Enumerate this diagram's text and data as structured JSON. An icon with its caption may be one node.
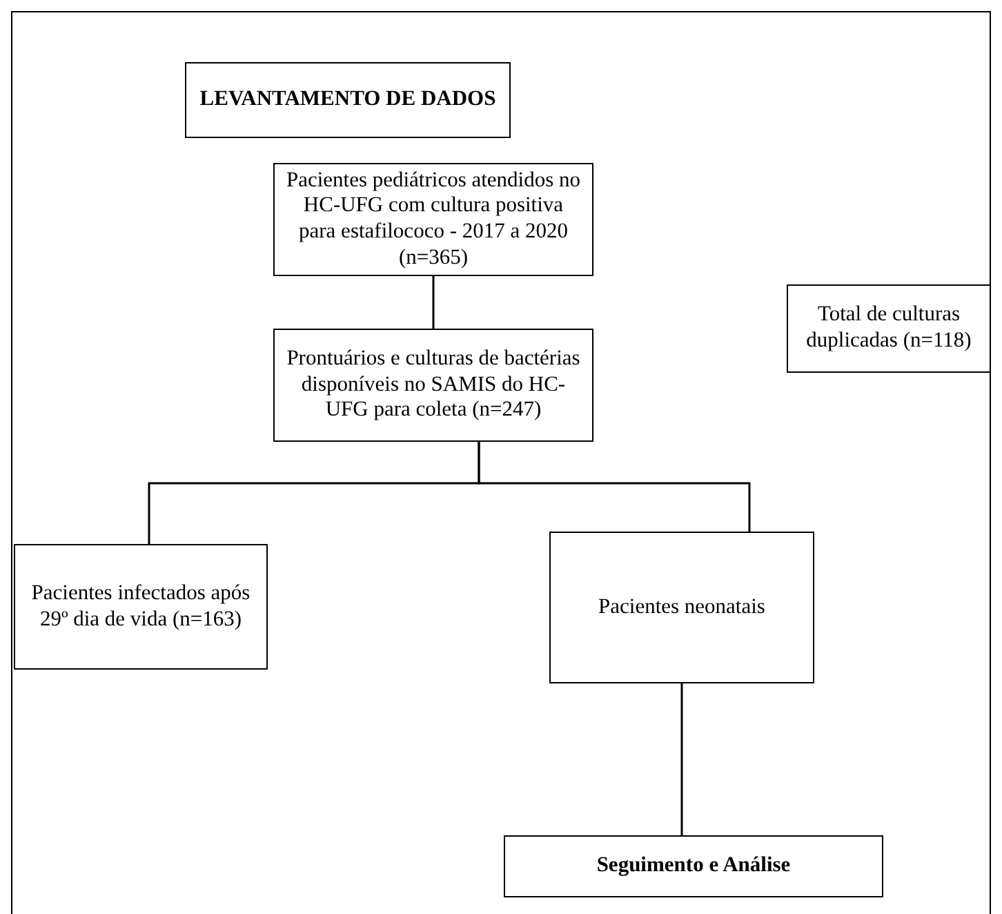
{
  "diagram": {
    "nodes": [
      {
        "text": [
          "LEVANTAMENTO DE DADOS"
        ]
      },
      {
        "text": [
          "Pacientes pediátricos atendidos no HC-UFG com cultura positiva para estafilococo -  2017 a 2020 (n=365)"
        ]
      },
      {
        "text": [
          "Total de culturas duplicadas (n=118)"
        ]
      },
      {
        "text": [
          "Prontuários e culturas de bactérias disponíveis no SAMIS do HC-UFG para coleta (n=247)"
        ]
      },
      {
        "text": [
          "Pacientes infectados após  29º dia de vida (n=163)"
        ]
      },
      {
        "text": [
          "Pacientes neonatais"
        ]
      },
      {
        "text": [
          "Seguimento e Análise"
        ]
      }
    ],
    "edges": [
      {
        "from": 1,
        "to": 3,
        "arrow": "none"
      },
      {
        "from": 3,
        "to": 4,
        "arrow": "none"
      },
      {
        "from": 3,
        "to": 5,
        "arrow": "none"
      },
      {
        "from": 5,
        "to": 6,
        "arrow": "none"
      }
    ]
  }
}
